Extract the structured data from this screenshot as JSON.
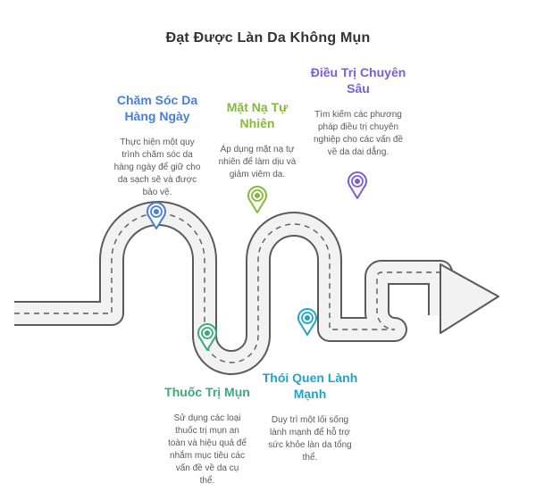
{
  "title": "Đạt Được Làn Da Không Mụn",
  "colors": {
    "road_edge": "#5a5a5a",
    "road_fill": "#f2f2f2",
    "road_dash": "#5a5a5a"
  },
  "steps": [
    {
      "id": "daily-care",
      "title": "Chăm Sóc Da Hàng Ngày",
      "description": "Thực hiện một quy trình chăm sóc da hàng ngày để giữ cho da sạch sẽ và được bảo vệ.",
      "color": "#4a7fd4",
      "icon": "location-pin-icon"
    },
    {
      "id": "acne-medicine",
      "title": "Thuốc Trị Mụn",
      "description": "Sử dụng các loại thuốc trị mụn an toàn và hiệu quả để nhắm mục tiêu các vấn đề về da cụ thể.",
      "color": "#3aaa76",
      "icon": "location-pin-icon"
    },
    {
      "id": "natural-mask",
      "title": "Mặt Nạ Tự Nhiên",
      "description": "Áp dụng mặt nạ tự nhiên để làm dịu và giảm viêm da.",
      "color": "#86b83c",
      "icon": "location-pin-icon"
    },
    {
      "id": "healthy-habits",
      "title": "Thói Quen Lành Mạnh",
      "description": "Duy trì một lối sống lành mạnh để hỗ trợ sức khỏe làn da tổng thể.",
      "color": "#1ea6c6",
      "icon": "location-pin-icon"
    },
    {
      "id": "specialist-treatment",
      "title": "Điều Trị Chuyên Sâu",
      "description": "Tìm kiếm các phương pháp điều trị chuyên nghiệp cho các vấn đề về da dai dẳng.",
      "color": "#7a5fd6",
      "icon": "location-pin-icon"
    }
  ]
}
